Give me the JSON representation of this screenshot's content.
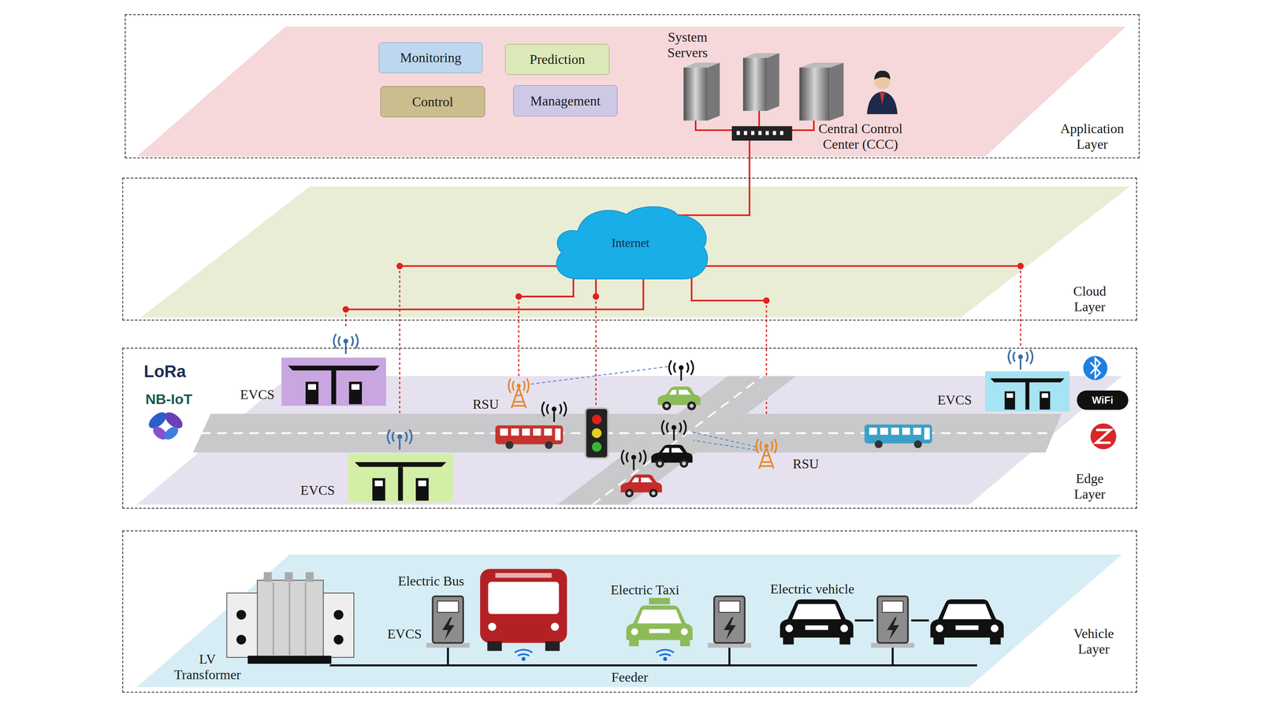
{
  "diagram": {
    "nodes": [
      {
        "text": [
          "Application Layer"
        ]
      },
      {
        "text": [
          "Monitoring"
        ],
        "in": 0
      },
      {
        "text": [
          "Prediction"
        ],
        "in": 0
      },
      {
        "text": [
          "Control"
        ],
        "in": 0
      },
      {
        "text": [
          "Management"
        ],
        "in": 0
      },
      {
        "text": [
          "System Servers",
          "Central Control Center (CCC)"
        ],
        "in": 0
      },
      {
        "text": [
          "Cloud Layer"
        ]
      },
      {
        "text": [
          "Internet"
        ],
        "in": 6
      },
      {
        "text": [
          "Edge Layer"
        ]
      },
      {
        "text": [
          "Vehicle Layer"
        ]
      }
    ],
    "edges": [
      {
        "from": 7,
        "to": 5,
        "arrow": "none"
      }
    ],
    "labels": [
      "LoRa",
      "NB-IoT",
      "EVCS",
      "RSU",
      "EVCS",
      "EVCS",
      "RSU",
      "WiFi",
      "Electric Bus",
      "Electric Taxi",
      "Electric vehicle",
      "EVCS",
      "LV Transformer",
      "Feeder"
    ]
  }
}
